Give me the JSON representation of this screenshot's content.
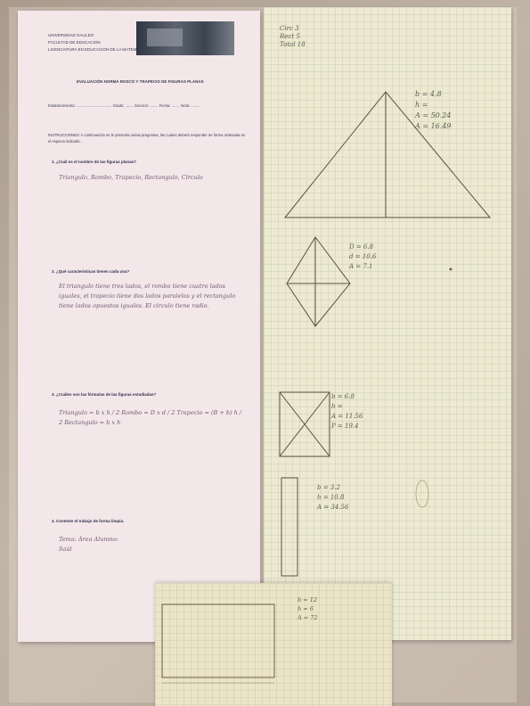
{
  "image": {
    "description_free": true
  },
  "worksheet": {
    "header_lines": [
      "UNIVERSIDAD GALILEO",
      "FACULTAD DE EDUCACION",
      "LICENCIATURA EN EDUCACION DE LA MATEMATICA"
    ],
    "title": "EVALUACIÓN NORMA ROSCO Y TRAPECIO DE FIGURAS PLANAS",
    "meta": "Establecimiento: .................................. Grado: ........ Seccion: ........ Fecha: ........ Nota: ........",
    "instructions": "INSTRUCCIONES: A continuación se le presenta varias preguntas, las cuales deberá responder de forma ordenada en el espacio indicado.",
    "questions": [
      {
        "q": "1. ¿Cuál es el nombre de las figuras planas?",
        "a": "Triangulo, Rombo, Trapecio, Rectangulo, Circulo"
      },
      {
        "q": "2. ¿Qué características tienen cada una?",
        "a": "El triangulo tiene tres lados, el rombo tiene cuatro lados iguales, el trapecio tiene dos lados paralelos y el rectangulo tiene lados opuestos iguales. El circulo tiene radio."
      },
      {
        "q": "3. ¿Cuáles son las fórmulas de las figuras estudiadas?",
        "a": "Triangulo = b x h / 2 Rombo = D x d / 2 Trapecio = (B + b) h / 2 Rectangulo = b x h"
      },
      {
        "q": "4. Conteste el trabajo de forma limpia.",
        "a": "Tema: Área Alumno: Saúl"
      }
    ]
  },
  "graph_sheet": {
    "corner_notes": [
      "Circ 3",
      "Rect 5",
      "Total 18"
    ],
    "triangle_labels": [
      "b = 4.8",
      "h =",
      "A = 50.24",
      "A = 16.49"
    ],
    "rhombus_labels": [
      "D = 6.8",
      "d = 10.6",
      "A = 7.1"
    ],
    "parallelogram_labels": [
      "b = 6.8",
      "h =",
      "A = 11.56",
      "P = 19.4"
    ],
    "rectangle_labels": [
      "b = 3.2",
      "h = 10.8",
      "A = 34.56"
    ],
    "small_sheet_labels": [
      "b = 12",
      "h = 6",
      "A = 72"
    ]
  }
}
